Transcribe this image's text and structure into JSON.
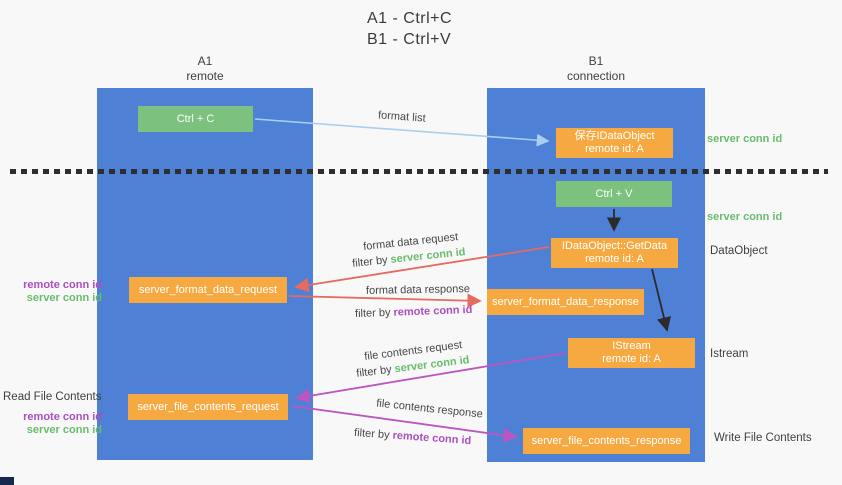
{
  "title": {
    "line1": "A1 - Ctrl+C",
    "line2": "B1 - Ctrl+V"
  },
  "lifelines": {
    "a1": {
      "name": "A1",
      "role": "remote"
    },
    "b1": {
      "name": "B1",
      "role": "connection"
    }
  },
  "boxes": {
    "ctrl_c": {
      "label": "Ctrl + C"
    },
    "save_dataobject": {
      "line1": "保存IDataObject",
      "line2": "remote id: A"
    },
    "ctrl_v": {
      "label": "Ctrl + V"
    },
    "getdata": {
      "line1": "IDataObject::GetData",
      "line2": "remote id: A"
    },
    "format_request": {
      "label": "server_format_data_request"
    },
    "format_response": {
      "label": "server_format_data_response"
    },
    "istream": {
      "line1": "IStream",
      "line2": "remote id: A"
    },
    "file_request": {
      "label": "server_file_contents_request"
    },
    "file_response": {
      "label": "server_file_contents_response"
    }
  },
  "edges": {
    "format_list": {
      "label": "format list"
    },
    "format_data_request": {
      "label": "format data request",
      "filter_prefix": "filter by ",
      "filter_value": "server conn id"
    },
    "format_data_response": {
      "label": "format data response",
      "filter_prefix": "filter by ",
      "filter_value": "remote conn id"
    },
    "file_contents_request": {
      "label": "file contents request",
      "filter_prefix": "filter by ",
      "filter_value": "server conn id"
    },
    "file_contents_response": {
      "label": "file contents response",
      "filter_prefix": "filter by ",
      "filter_value": "remote conn id"
    }
  },
  "annotations": {
    "right_server_conn_id_top": "server conn id",
    "right_server_conn_id_mid": "server conn id",
    "right_dataobject": "DataObject",
    "right_istream": "Istream",
    "right_write_file_contents": "Write File Contents",
    "left_remote_conn_id_top": "remote conn id",
    "left_server_conn_id_top": "server conn id",
    "left_read_file_contents": "Read File Contents",
    "left_remote_conn_id_bottom": "remote conn id",
    "left_server_conn_id_bottom": "server conn id"
  },
  "colors": {
    "lifeline_blue": "#4e81d6",
    "action_green": "#7dc17f",
    "message_orange": "#f7a941",
    "arrow_red": "#e66a60",
    "arrow_magenta": "#bc55c0",
    "arrow_lightblue": "#aacfee",
    "arrow_black": "#2b2b2b",
    "text_green": "#68bd6c",
    "text_purple": "#a94fc0",
    "text_dark": "#3b3b3b"
  }
}
